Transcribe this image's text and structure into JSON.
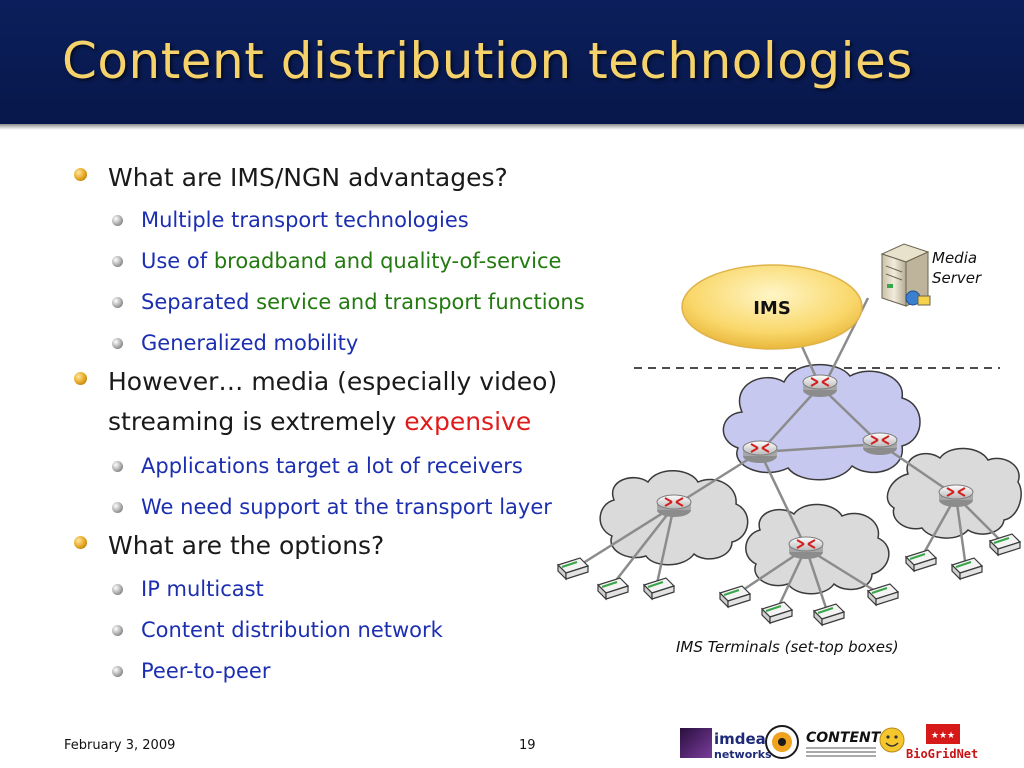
{
  "slide": {
    "title": "Content distribution technologies",
    "footer_date": "February 3, 2009",
    "page_number": "19"
  },
  "bullets": {
    "b1": "What are IMS/NGN advantages?",
    "b1_1": "Multiple transport technologies",
    "b1_2_a": "Use of ",
    "b1_2_b": "broadband",
    "b1_2_c": " and ",
    "b1_2_d": "quality-of-service",
    "b1_3_a": "Separated ",
    "b1_3_b": "service",
    "b1_3_c": " and ",
    "b1_3_d": "transport functions",
    "b1_4": "Generalized mobility",
    "b2_line1": "However… media (especially video)",
    "b2_line2_a": "streaming is extremely ",
    "b2_line2_b": "expensive",
    "b2_1": "Applications target a lot of receivers",
    "b2_2": "We need support at the transport layer",
    "b3": "What are the options?",
    "b3_1": "IP multicast",
    "b3_2": "Content distribution network",
    "b3_3": "Peer-to-peer"
  },
  "diagram": {
    "ims_label": "IMS",
    "media_server_line1": "Media",
    "media_server_line2": "Server",
    "terminals_caption": "IMS Terminals (set-top boxes)"
  },
  "logos": {
    "imdea_text_1": "imdea",
    "imdea_text_2": "networks",
    "content_text": "CONTENT",
    "biogridnet_text": "BioGridNet"
  },
  "colors": {
    "header_bg": "#0a1b55",
    "title": "#f6d26b",
    "sub_bullet_text": "#1c2fb0",
    "green_text": "#237a10",
    "highlight_red": "#e11b1b",
    "ims_ellipse": "#f9d76a",
    "cloud_core": "#c7c8ef",
    "cloud_edge": "#dadada"
  }
}
